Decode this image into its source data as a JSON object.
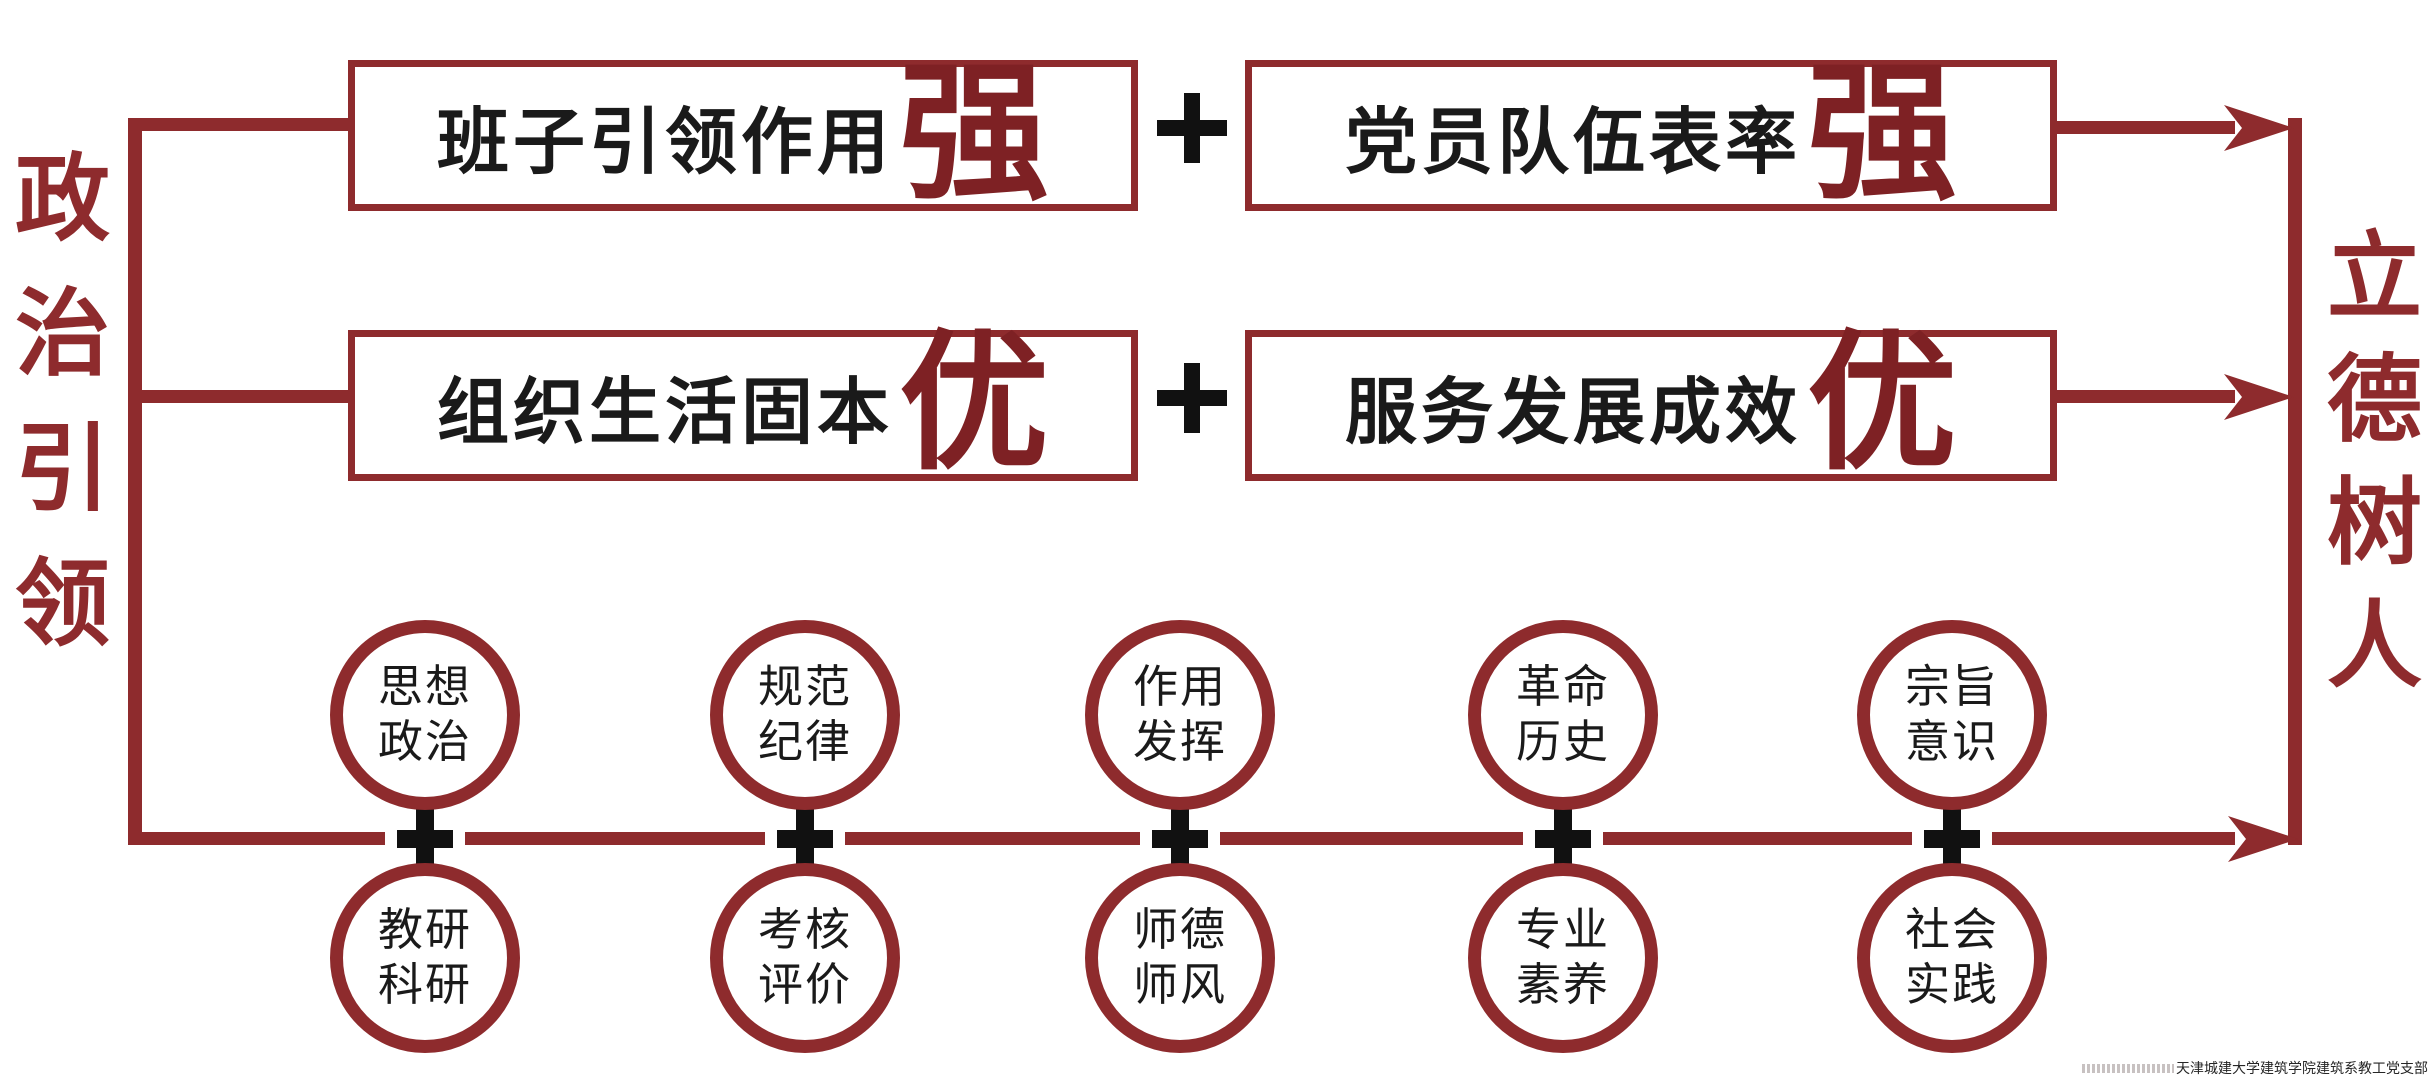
{
  "colors": {
    "accent_red": "#8E2B2D",
    "emphasis_red": "#7E2124",
    "text_black": "#1a1a1a",
    "plus_black": "#111111"
  },
  "left_label": "政治引领",
  "right_label": "立德树人",
  "top_row": {
    "box1": {
      "text": "班子引领作用",
      "emphasis": "强"
    },
    "plus": "+",
    "box2": {
      "text": "党员队伍表率",
      "emphasis": "强"
    }
  },
  "middle_row": {
    "box1": {
      "text": "组织生活固本",
      "emphasis": "优"
    },
    "plus": "+",
    "box2": {
      "text": "服务发展成效",
      "emphasis": "优"
    }
  },
  "bottom_row": {
    "pairs": [
      {
        "top1": "思想",
        "top2": "政治",
        "bottom1": "教研",
        "bottom2": "科研"
      },
      {
        "top1": "规范",
        "top2": "纪律",
        "bottom1": "考核",
        "bottom2": "评价"
      },
      {
        "top1": "作用",
        "top2": "发挥",
        "bottom1": "师德",
        "bottom2": "师风"
      },
      {
        "top1": "革命",
        "top2": "历史",
        "bottom1": "专业",
        "bottom2": "素养"
      },
      {
        "top1": "宗旨",
        "top2": "意识",
        "bottom1": "社会",
        "bottom2": "实践"
      }
    ]
  },
  "watermark": {
    "text": "天津城建大学建筑学院建筑系教工党支部"
  }
}
